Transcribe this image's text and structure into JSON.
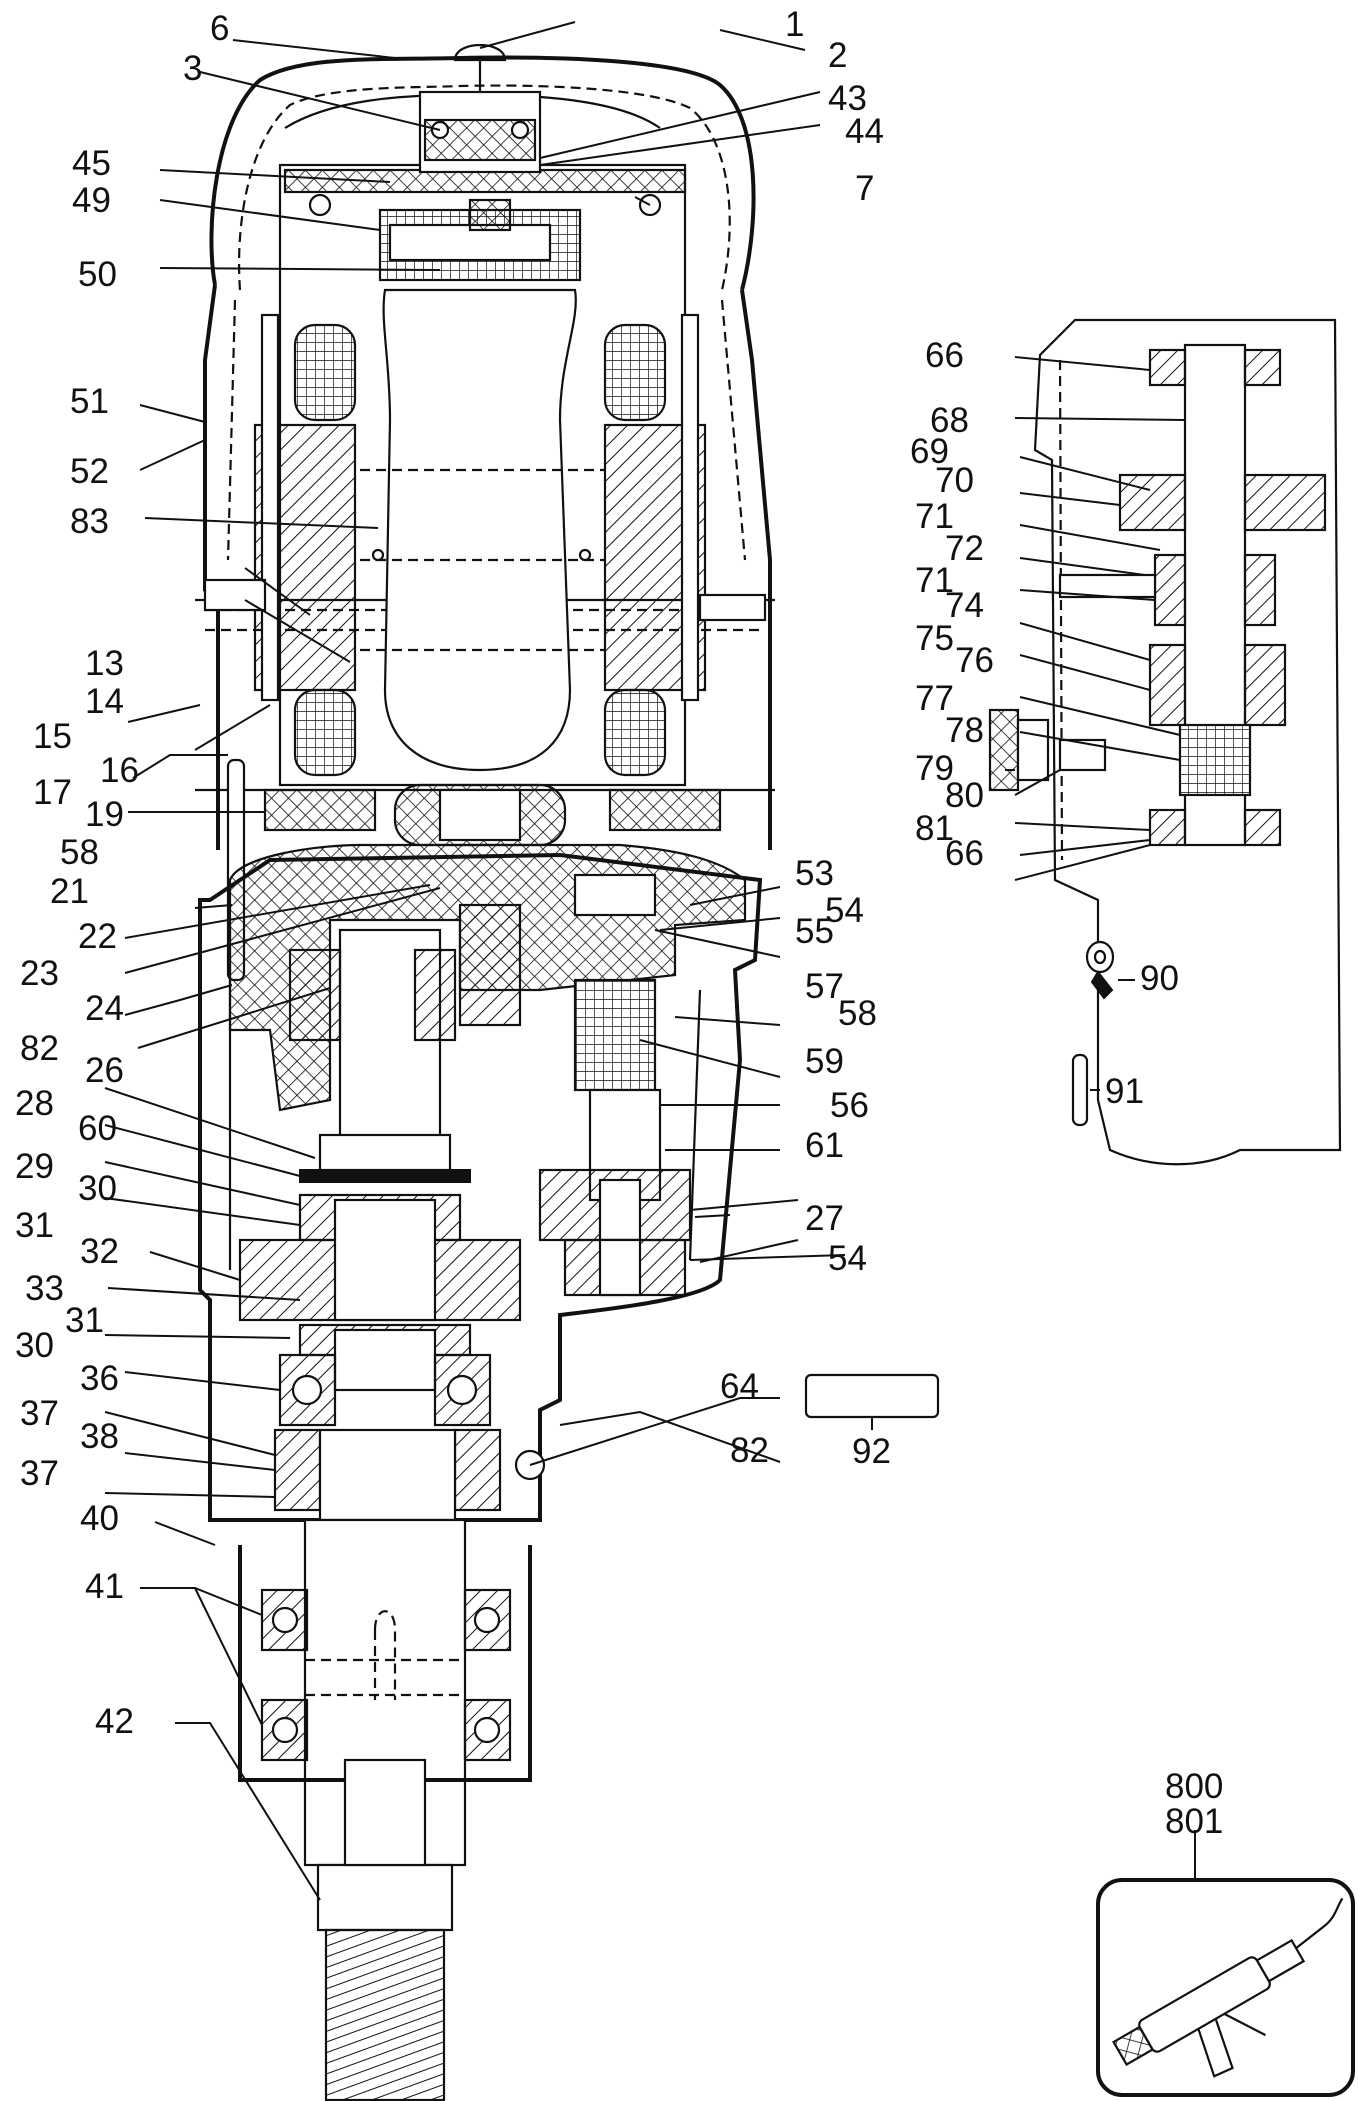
{
  "diagram": {
    "callouts": [
      "1",
      "2",
      "3",
      "6",
      "7",
      "13",
      "14",
      "15",
      "16",
      "17",
      "19",
      "21",
      "22",
      "23",
      "24",
      "26",
      "27",
      "28",
      "29",
      "30",
      "31",
      "32",
      "33",
      "36",
      "37",
      "38",
      "40",
      "41",
      "42",
      "43",
      "44",
      "45",
      "49",
      "50",
      "51",
      "52",
      "53",
      "54",
      "55",
      "56",
      "57",
      "58",
      "59",
      "60",
      "61",
      "64",
      "66",
      "68",
      "69",
      "70",
      "71",
      "72",
      "74",
      "75",
      "76",
      "77",
      "78",
      "79",
      "80",
      "81",
      "82",
      "83",
      "90",
      "91",
      "92",
      "800",
      "801"
    ]
  }
}
